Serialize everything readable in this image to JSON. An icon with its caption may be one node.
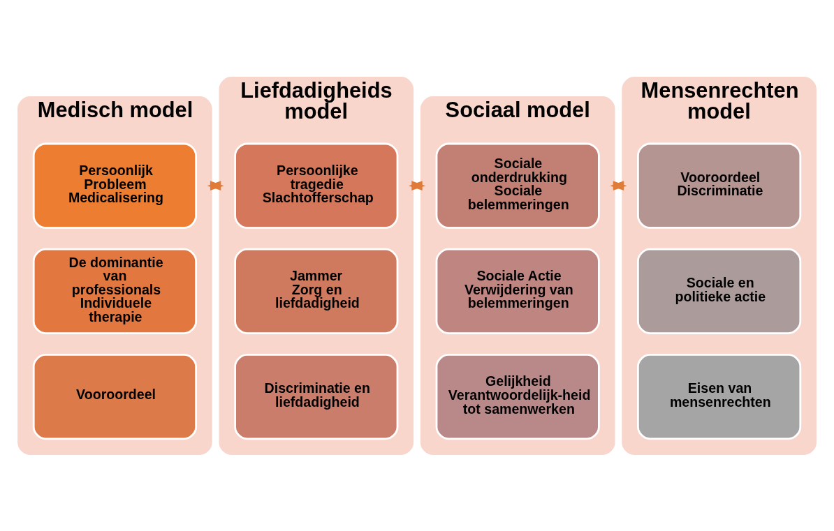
{
  "diagram": {
    "nodes": [
      {
        "text": [
          "Medisch model"
        ]
      },
      {
        "text": [
          "Persoonlijk Probleem",
          "Medicalisering"
        ],
        "in": 0
      },
      {
        "text": [
          "De dominantie van professionals",
          "Individuele therapie"
        ],
        "in": 0
      },
      {
        "text": [
          "Vooroordeel"
        ],
        "in": 0
      },
      {
        "text": [
          "Liefdadigheids model"
        ]
      },
      {
        "text": [
          "Persoonlijke tragedie",
          "Slachtofferschap"
        ],
        "in": 4
      },
      {
        "text": [
          "Jammer",
          "Zorg en liefdadigheid"
        ],
        "in": 4
      },
      {
        "text": [
          "Discriminatie en liefdadigheid"
        ],
        "in": 4
      },
      {
        "text": [
          "Sociaal model"
        ]
      },
      {
        "text": [
          "Sociale onderdrukking",
          "Sociale belemmeringen"
        ],
        "in": 8
      },
      {
        "text": [
          "Sociale Actie",
          "Verwijdering van belemmeringen"
        ],
        "in": 8
      },
      {
        "text": [
          "Gelijkheid",
          "Verantwoordelijk-heid tot samenwerken"
        ],
        "in": 8
      },
      {
        "text": [
          "Mensenrechten model"
        ]
      },
      {
        "text": [
          "Vooroordeel",
          "Discriminatie"
        ],
        "in": 12
      },
      {
        "text": [
          "Sociale en politieke actie"
        ],
        "in": 12
      },
      {
        "text": [
          "Eisen van mensenrechten"
        ],
        "in": 12
      }
    ],
    "edges": [
      {
        "from": 0,
        "to": 4,
        "arrow": "both"
      },
      {
        "from": 4,
        "to": 8,
        "arrow": "both"
      },
      {
        "from": 8,
        "to": 12,
        "arrow": "both"
      }
    ]
  }
}
